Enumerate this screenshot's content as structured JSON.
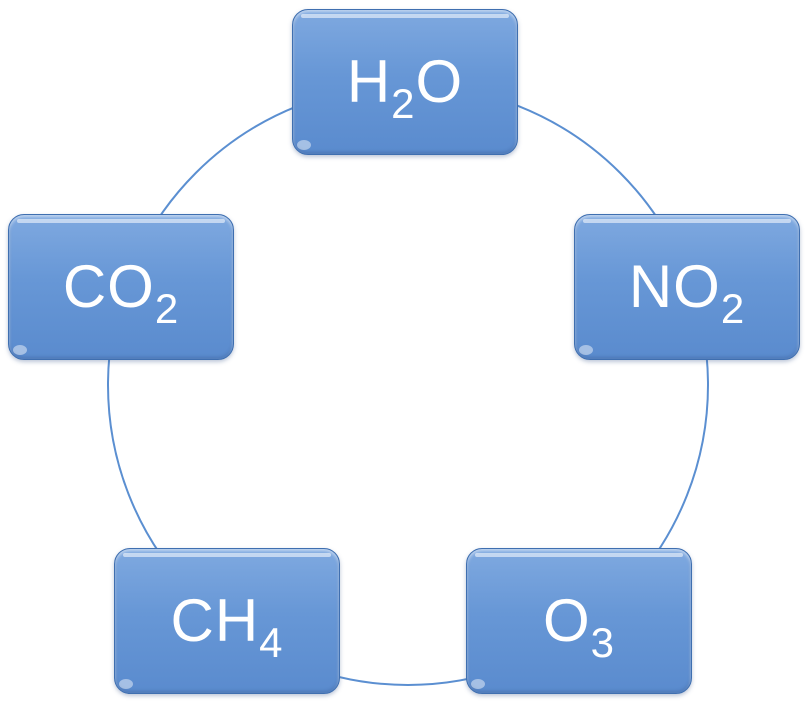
{
  "diagram": {
    "type": "cycle",
    "connector_color": "#5b8fd1",
    "node_color": "#6797d6",
    "text_color": "#ffffff",
    "nodes": [
      {
        "id": "h2o",
        "base": "H",
        "sub": "2",
        "tail": "O"
      },
      {
        "id": "no2",
        "base": "NO",
        "sub": "2",
        "tail": ""
      },
      {
        "id": "o3",
        "base": "O",
        "sub": "3",
        "tail": ""
      },
      {
        "id": "ch4",
        "base": "CH",
        "sub": "4",
        "tail": ""
      },
      {
        "id": "co2",
        "base": "CO",
        "sub": "2",
        "tail": ""
      }
    ]
  }
}
